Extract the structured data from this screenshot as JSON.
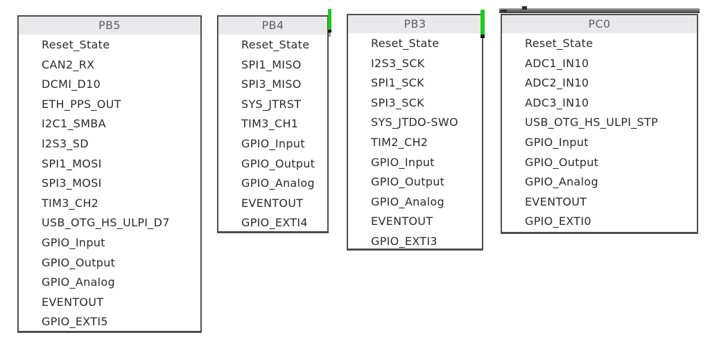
{
  "colors": {
    "menu_border": "#4d4d4d",
    "header_bg": "#e9e9eb",
    "header_text": "#5c5f66",
    "item_text": "#2b2b30",
    "menu_bg": "#ffffff",
    "pin_active_green": "#1dc91d",
    "chip_edge_dark": "#3a3a3a"
  },
  "menus": [
    {
      "title": "PB5",
      "items": [
        "Reset_State",
        "CAN2_RX",
        "DCMI_D10",
        "ETH_PPS_OUT",
        "I2C1_SMBA",
        "I2S3_SD",
        "SPI1_MOSI",
        "SPI3_MOSI",
        "TIM3_CH2",
        "USB_OTG_HS_ULPI_D7",
        "GPIO_Input",
        "GPIO_Output",
        "GPIO_Analog",
        "EVENTOUT",
        "GPIO_EXTI5"
      ]
    },
    {
      "title": "PB4",
      "items": [
        "Reset_State",
        "SPI1_MISO",
        "SPI3_MISO",
        "SYS_JTRST",
        "TIM3_CH1",
        "GPIO_Input",
        "GPIO_Output",
        "GPIO_Analog",
        "EVENTOUT",
        "GPIO_EXTI4"
      ]
    },
    {
      "title": "PB3",
      "items": [
        "Reset_State",
        "I2S3_SCK",
        "SPI1_SCK",
        "SPI3_SCK",
        "SYS_JTDO-SWO",
        "TIM2_CH2",
        "GPIO_Input",
        "GPIO_Output",
        "GPIO_Analog",
        "EVENTOUT",
        "GPIO_EXTI3"
      ]
    },
    {
      "title": "PC0",
      "items": [
        "Reset_State",
        "ADC1_IN10",
        "ADC2_IN10",
        "ADC3_IN10",
        "USB_OTG_HS_ULPI_STP",
        "GPIO_Input",
        "GPIO_Output",
        "GPIO_Analog",
        "EVENTOUT",
        "GPIO_EXTI0"
      ]
    }
  ]
}
